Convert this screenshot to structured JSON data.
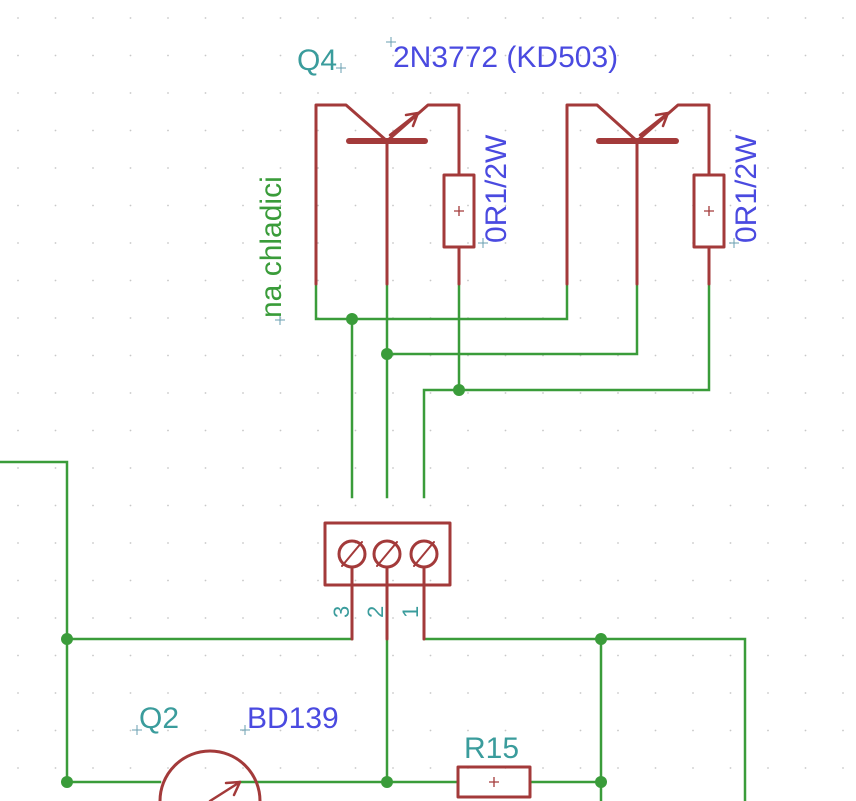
{
  "labels": {
    "q4_name": "Q4",
    "q4_value": "2N3772 (KD503)",
    "heatsink_note": "na chladici",
    "r_left_value": "0R1/2W",
    "r_right_value": "0R1/2W",
    "pin3": "3",
    "pin2": "2",
    "pin1": "1",
    "q2_name": "Q2",
    "q2_value": "BD139",
    "r15_name": "R15"
  },
  "colors": {
    "background": "#ffffff",
    "grid_dot": "#c8c8c8",
    "wire": "#3a9c3a",
    "component": "#a33a3a",
    "name_text": "#3a9c9c",
    "value_text": "#4a4ae0",
    "note_text": "#3a9c3a",
    "origin_cross": "#6a9fb0"
  }
}
